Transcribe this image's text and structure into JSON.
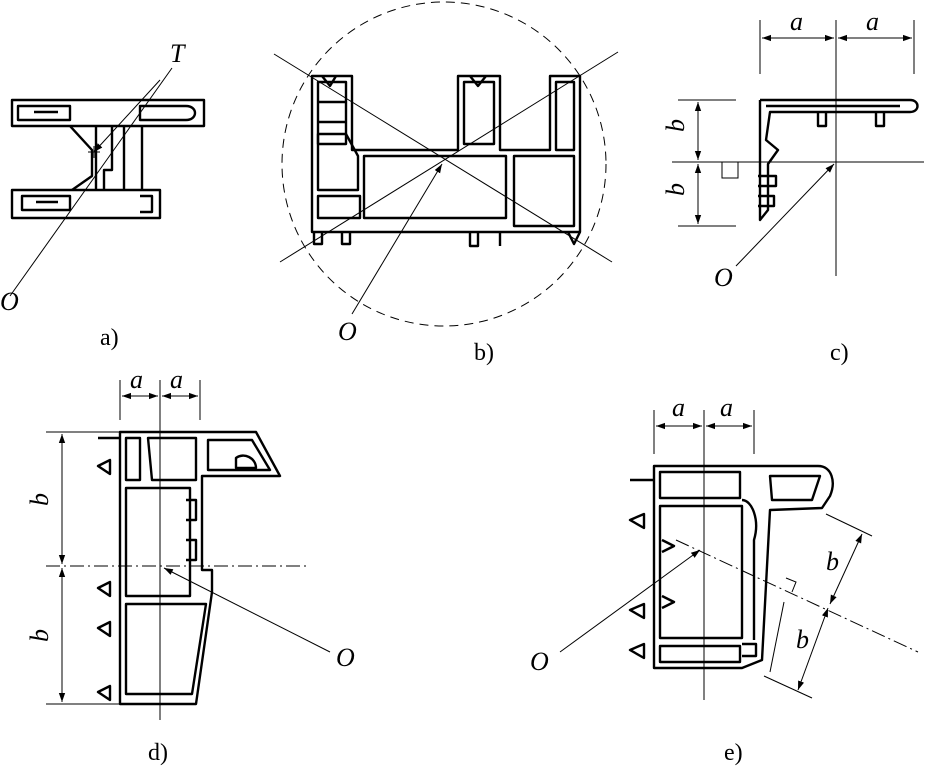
{
  "figures": {
    "a": {
      "caption": "a)",
      "point_labels": [
        "T",
        "O"
      ]
    },
    "b": {
      "caption": "b)",
      "point_labels": [
        "O"
      ]
    },
    "c": {
      "caption": "c)",
      "point_labels": [
        "O"
      ],
      "dimensions": [
        "a",
        "a",
        "b",
        "b"
      ]
    },
    "d": {
      "caption": "d)",
      "point_labels": [
        "O"
      ],
      "dimensions": [
        "a",
        "a",
        "b",
        "b"
      ]
    },
    "e": {
      "caption": "e)",
      "point_labels": [
        "O"
      ],
      "dimensions": [
        "a",
        "a",
        "b",
        "b"
      ]
    }
  }
}
